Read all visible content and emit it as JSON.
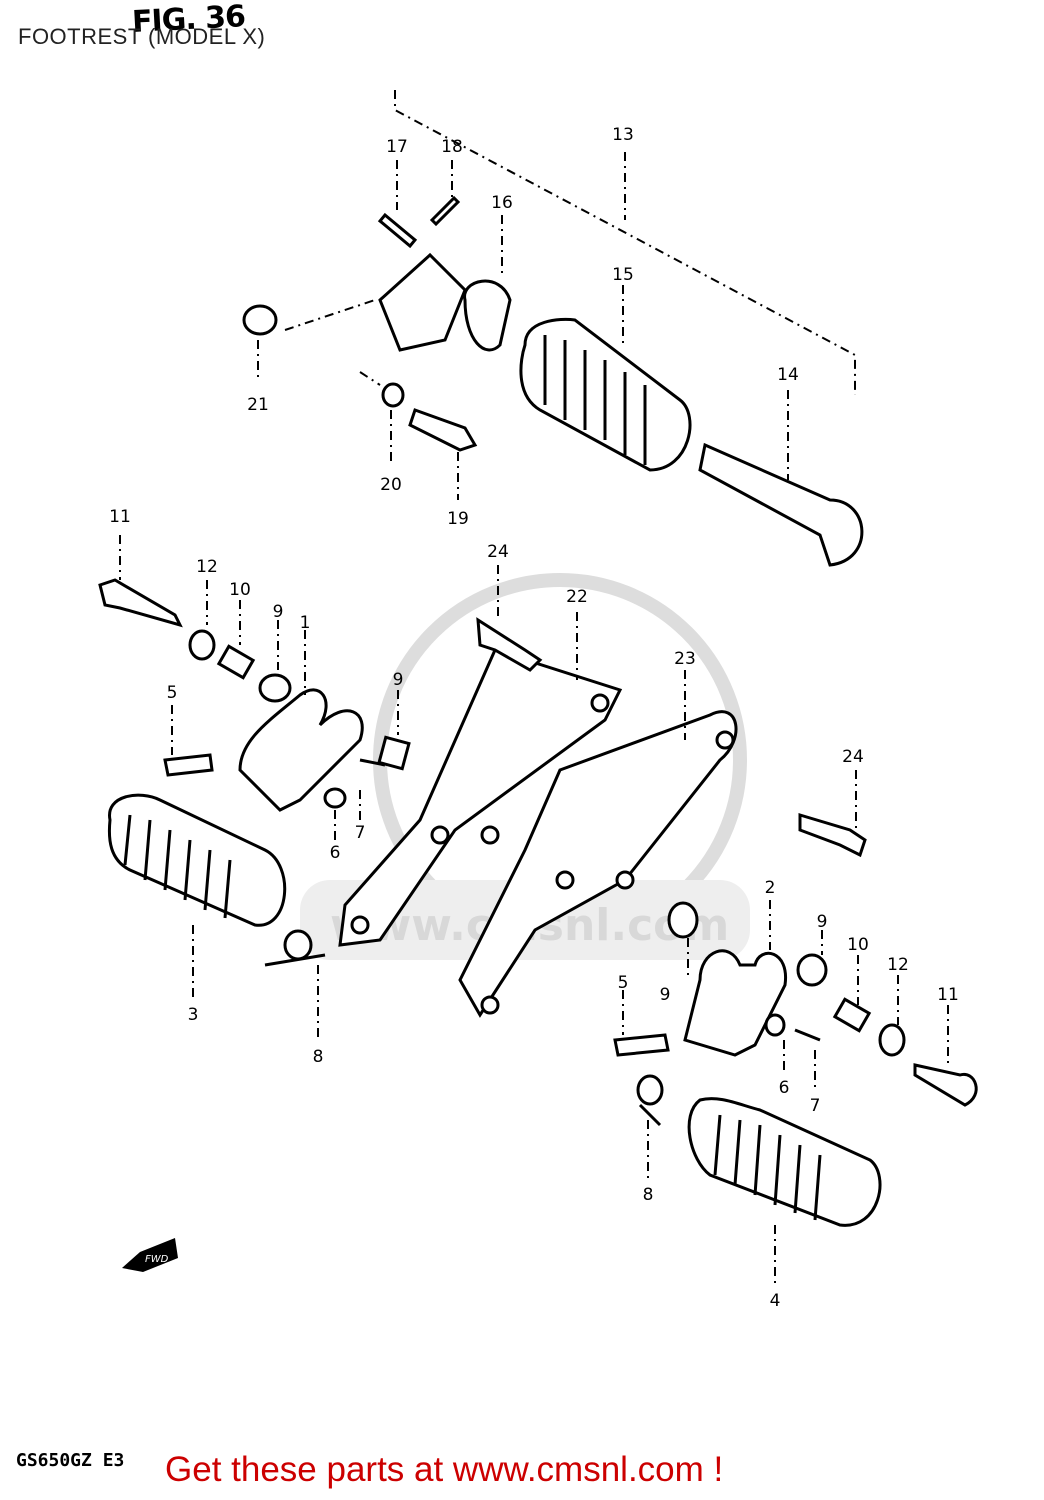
{
  "figure": {
    "number": "FIG. 36",
    "title": "FOOTREST (MODEL X)",
    "model_code": "GS650GZ  E3",
    "fwd_arrow": "FWD"
  },
  "watermark": {
    "text": "www.cmsnl.com"
  },
  "callouts": [
    "1",
    "2",
    "3",
    "4",
    "5",
    "5",
    "6",
    "6",
    "7",
    "7",
    "8",
    "8",
    "9",
    "9",
    "9",
    "9",
    "10",
    "10",
    "11",
    "11",
    "12",
    "12",
    "13",
    "14",
    "15",
    "16",
    "17",
    "18",
    "19",
    "20",
    "21",
    "22",
    "23",
    "24",
    "24"
  ],
  "footer": {
    "cta": "Get these parts at www.cmsnl.com !",
    "cta_color": "#cc0000"
  }
}
